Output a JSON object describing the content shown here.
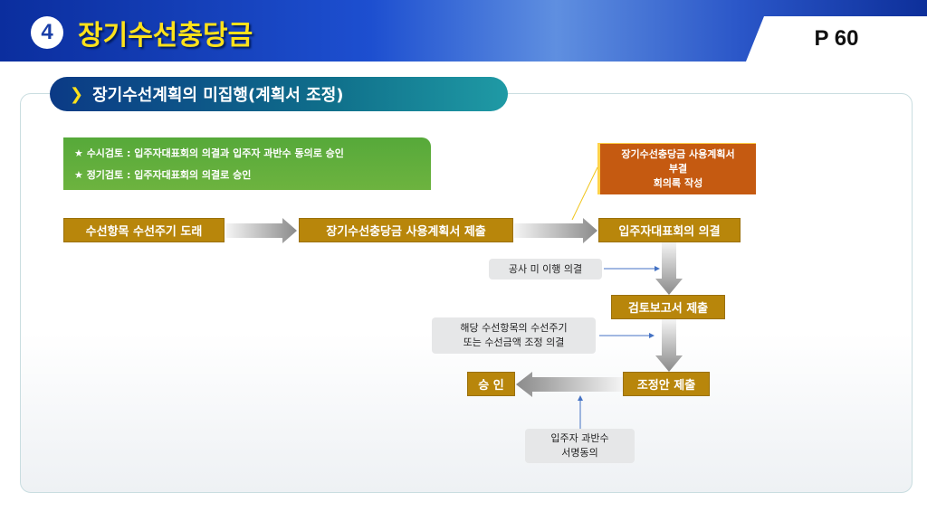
{
  "header": {
    "section_number": "4",
    "title": "장기수선충당금",
    "page": "P 60"
  },
  "subtitle": "장기수선계획의 미집행(계획서 조정)",
  "notes": [
    "★ 수시검토 : 입주자대표회의 의결과 입주자 과반수 동의로 승인",
    "★ 정기검토 : 입주자대표회의 의결로 승인"
  ],
  "flow": {
    "step1": "수선항목 수선주기 도래",
    "step2": "장기수선충당금 사용계획서 제출",
    "step3": "입주자대표회의 의결",
    "step4": "검토보고서 제출",
    "step5": "조정안 제출",
    "step6": "승 인",
    "callout": [
      "장기수선충당금 사용계획서",
      "부결",
      "회의록 작성"
    ],
    "cond1": "공사 미 이행 의결",
    "cond2": [
      "해당 수선항목의 수선주기",
      "또는 수선금액 조정 의결"
    ],
    "cond3": [
      "입주자 과반수",
      "서명동의"
    ]
  },
  "colors": {
    "gold": "#b8860b",
    "green": "#6db33f",
    "orange": "#c55a11",
    "banner": "#1d4fd0"
  }
}
